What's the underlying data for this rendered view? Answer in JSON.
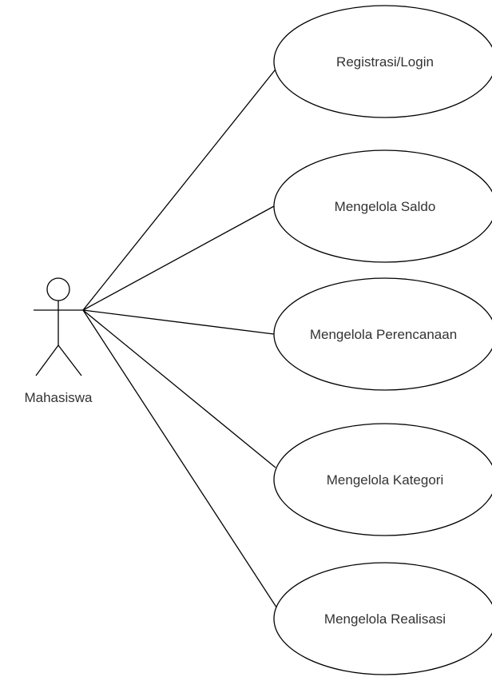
{
  "actor": {
    "name": "Mahasiswa",
    "icon": "stick-figure-actor-icon"
  },
  "use_cases": [
    {
      "label": "Registrasi/Login"
    },
    {
      "label": "Mengelola Saldo"
    },
    {
      "label": "Mengelola Perencanaan"
    },
    {
      "label": "Mengelola Kategori"
    },
    {
      "label": "Mengelola Realisasi"
    }
  ],
  "colors": {
    "stroke": "#000000",
    "text": "#333333",
    "background": "#ffffff"
  }
}
